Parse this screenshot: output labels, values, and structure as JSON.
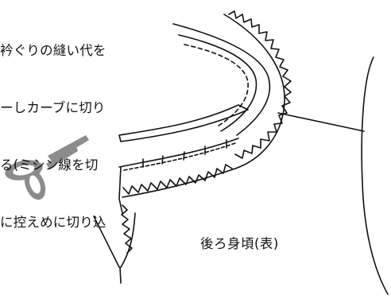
{
  "caption": {
    "lines": [
      "衿ぐりの縫い代を",
      "ーしカーブに切り",
      "る(ミシン線を切",
      "に控えめに切り込"
    ]
  },
  "labels": {
    "back_bodice": "後ろ身頃(表)"
  },
  "colors": {
    "line": "#111111",
    "scissors": "#8c8c8c"
  },
  "icons": [
    "scissors-icon"
  ]
}
